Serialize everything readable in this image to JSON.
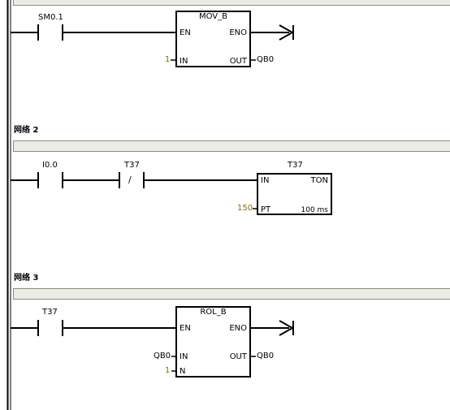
{
  "networks": [
    {
      "header": "",
      "contacts": [
        {
          "label": "SM0.1"
        }
      ],
      "block": {
        "title": "MOV_B",
        "pins_left": [
          "EN",
          "IN"
        ],
        "pins_right": [
          "ENO",
          "OUT"
        ],
        "inputs": [
          {
            "value": "1"
          }
        ],
        "outputs": [
          {
            "value": "QB0"
          }
        ]
      }
    },
    {
      "header": "网络 2",
      "contacts": [
        {
          "label": "I0.0"
        },
        {
          "label": "T37",
          "negated_symbol": "/"
        }
      ],
      "block": {
        "title": "T37",
        "pins_left": [
          "IN",
          "PT"
        ],
        "type": "TON",
        "inputs": [
          {
            "value": "150"
          }
        ],
        "time_base": "100 ms"
      }
    },
    {
      "header": "网络 3",
      "contacts": [
        {
          "label": "T37"
        }
      ],
      "block": {
        "title": "ROL_B",
        "pins_left": [
          "EN",
          "IN",
          "N"
        ],
        "pins_right": [
          "ENO",
          "OUT"
        ],
        "inputs": [
          {
            "value": "QB0"
          },
          {
            "value": "1"
          }
        ],
        "outputs": [
          {
            "value": "QB0"
          }
        ]
      }
    }
  ],
  "colors": {
    "wire": "#000000",
    "comment_bar": "#ecece4",
    "comment_border": "#8a8a8a",
    "constant": "#8a6d00",
    "power_rail": "#000000"
  }
}
